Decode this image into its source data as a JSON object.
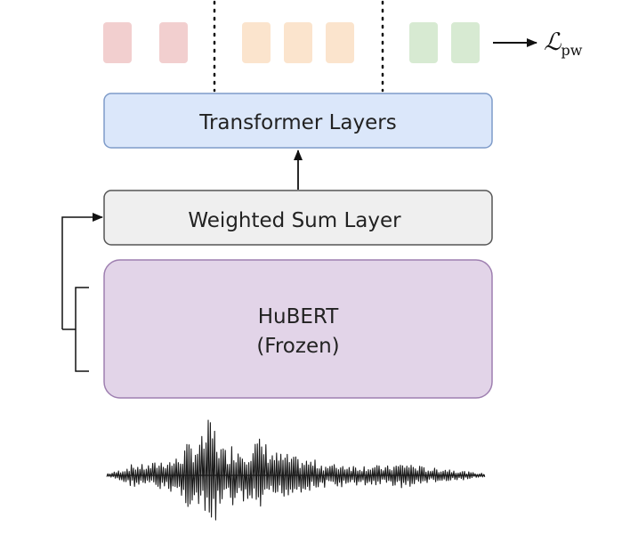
{
  "colors": {
    "token_red": "#f2cfcf",
    "token_orange": "#fbe4cd",
    "token_green": "#d7ead2",
    "transformer_fill": "#dbe7fa",
    "transformer_stroke": "#7e9bc9",
    "weighted_fill": "#efefef",
    "weighted_stroke": "#555555",
    "hubert_fill": "#e2d4e8",
    "hubert_stroke": "#9e7fb0",
    "line": "#111111"
  },
  "tokens": {
    "red_count": 2,
    "orange_count": 3,
    "green_count": 2
  },
  "loss": {
    "symbol": "ℒ",
    "subscript": "pw"
  },
  "boxes": {
    "transformer": {
      "label": "Transformer Layers"
    },
    "weighted_sum": {
      "label": "Weighted Sum Layer"
    },
    "hubert": {
      "label_line1": "HuBERT",
      "label_line2": "(Frozen)"
    }
  },
  "waveform": {
    "icon": "audio-waveform-icon"
  }
}
